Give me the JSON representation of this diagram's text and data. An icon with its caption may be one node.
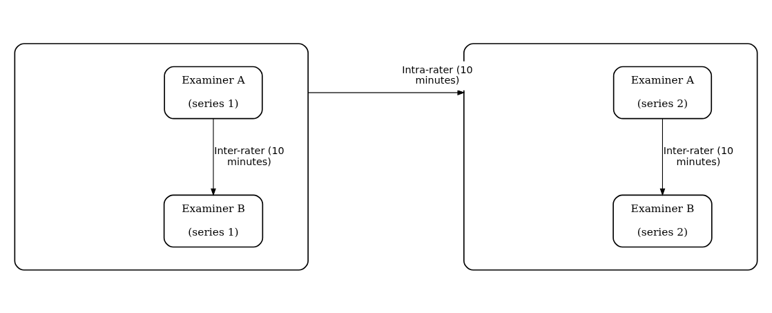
{
  "diagram": {
    "nodes": [
      {
        "text": [],
        "shape": "box"
      },
      {
        "text": [
          "Examiner A",
          "(series 1)"
        ],
        "in": 0
      },
      {
        "text": [
          "Examiner B",
          "(series 1)"
        ],
        "in": 0
      },
      {
        "text": [],
        "shape": "box"
      },
      {
        "text": [
          "Examiner A",
          "(series 2)"
        ],
        "in": 3
      },
      {
        "text": [
          "Examiner B",
          "(series 2)"
        ],
        "in": 3
      }
    ],
    "edges": [
      {
        "from": 1,
        "to": 2,
        "arrow": "to",
        "label": "Inter-rater (10 minutes)"
      },
      {
        "from": 0,
        "to": 3,
        "arrow": "to",
        "label": "Intra-rater (10 minutes)"
      },
      {
        "from": 4,
        "to": 5,
        "arrow": "to",
        "label": "Inter-rater (10 minutes)"
      }
    ]
  }
}
